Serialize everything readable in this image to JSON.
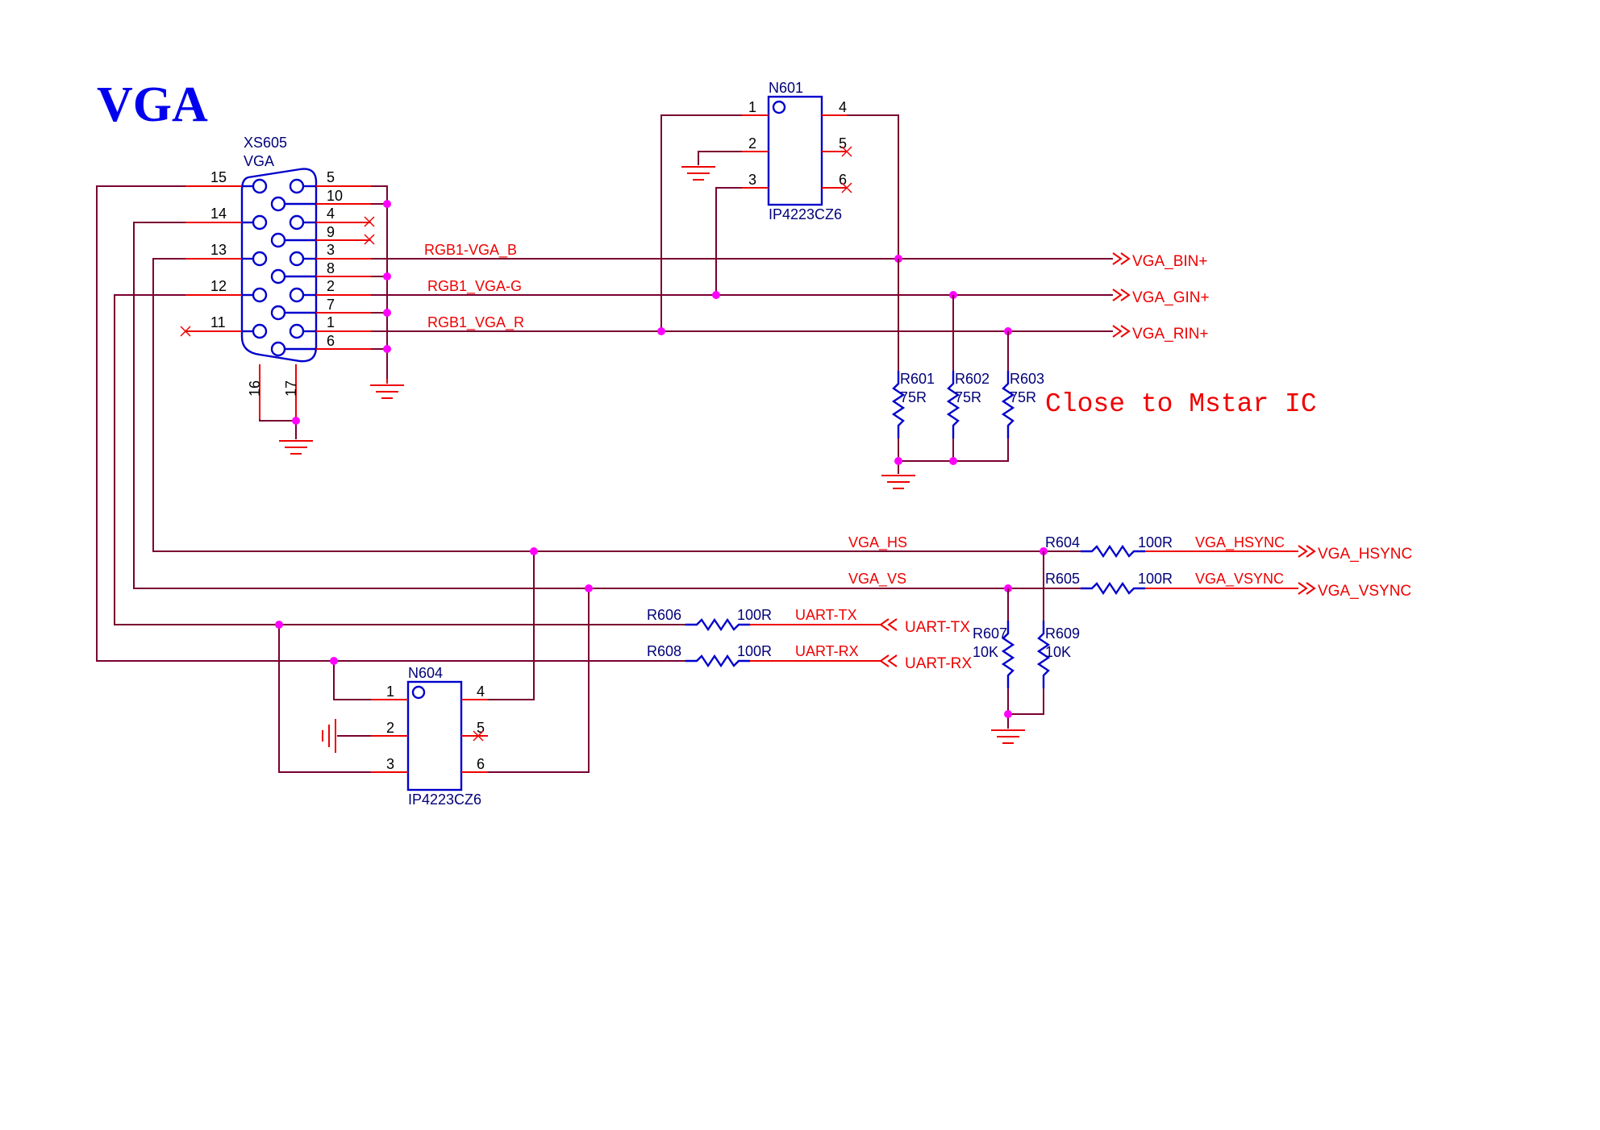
{
  "title": "VGA",
  "note": "Close to Mstar IC",
  "connector": {
    "ref": "XS605",
    "value": "VGA",
    "pins": {
      "p15": "15",
      "p14": "14",
      "p13": "13",
      "p12": "12",
      "p11": "11",
      "p5": "5",
      "p10": "10",
      "p4": "4",
      "p9": "9",
      "p3": "3",
      "p8": "8",
      "p2": "2",
      "p7": "7",
      "p1": "1",
      "p6": "6",
      "p16": "16",
      "p17": "17"
    }
  },
  "n601": {
    "ref": "N601",
    "value": "IP4223CZ6",
    "pins": {
      "p1": "1",
      "p2": "2",
      "p3": "3",
      "p4": "4",
      "p5": "5",
      "p6": "6"
    }
  },
  "n604": {
    "ref": "N604",
    "value": "IP4223CZ6",
    "pins": {
      "p1": "1",
      "p2": "2",
      "p3": "3",
      "p4": "4",
      "p5": "5",
      "p6": "6"
    }
  },
  "resistors": {
    "r601": {
      "ref": "R601",
      "value": "75R"
    },
    "r602": {
      "ref": "R602",
      "value": "75R"
    },
    "r603": {
      "ref": "R603",
      "value": "75R"
    },
    "r604": {
      "ref": "R604",
      "value": "100R"
    },
    "r605": {
      "ref": "R605",
      "value": "100R"
    },
    "r606": {
      "ref": "R606",
      "value": "100R"
    },
    "r607": {
      "ref": "R607",
      "value": "10K"
    },
    "r608": {
      "ref": "R608",
      "value": "100R"
    },
    "r609": {
      "ref": "R609",
      "value": "10K"
    }
  },
  "nets": {
    "rgb_b": "RGB1-VGA_B",
    "rgb_g": "RGB1_VGA-G",
    "rgb_r": "RGB1_VGA_R",
    "vga_hs": "VGA_HS",
    "vga_vs": "VGA_VS",
    "vga_hsync": "VGA_HSYNC",
    "vga_vsync": "VGA_VSYNC",
    "uart_tx": "UART-TX",
    "uart_rx": "UART-RX"
  },
  "ports": {
    "bin": "VGA_BIN+",
    "gin": "VGA_GIN+",
    "rin": "VGA_RIN+",
    "hsync": "VGA_HSYNC",
    "vsync": "VGA_VSYNC",
    "uart_tx": "UART-TX",
    "uart_rx": "UART-RX"
  },
  "colors": {
    "title": "#0000ee",
    "component_body": "#0000cc",
    "wire": "#7a0030",
    "pin_and_net": "#ee0000",
    "junction": "#ff00ff"
  }
}
